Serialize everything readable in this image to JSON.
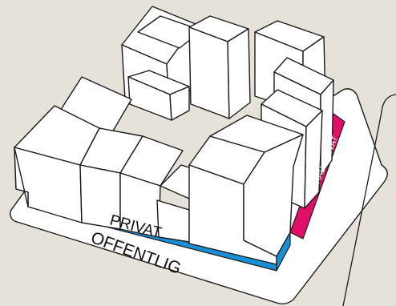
{
  "labels": {
    "private": "PRIVAT",
    "public": "OFFENTLIG",
    "semi_private": "HALVPRIVAT"
  },
  "colors": {
    "background": "#e6e2da",
    "ground": "#ffffff",
    "private_strip": "#1a8fd6",
    "semi_private_strip": "#e0106a",
    "outline": "#1a1a1a"
  }
}
